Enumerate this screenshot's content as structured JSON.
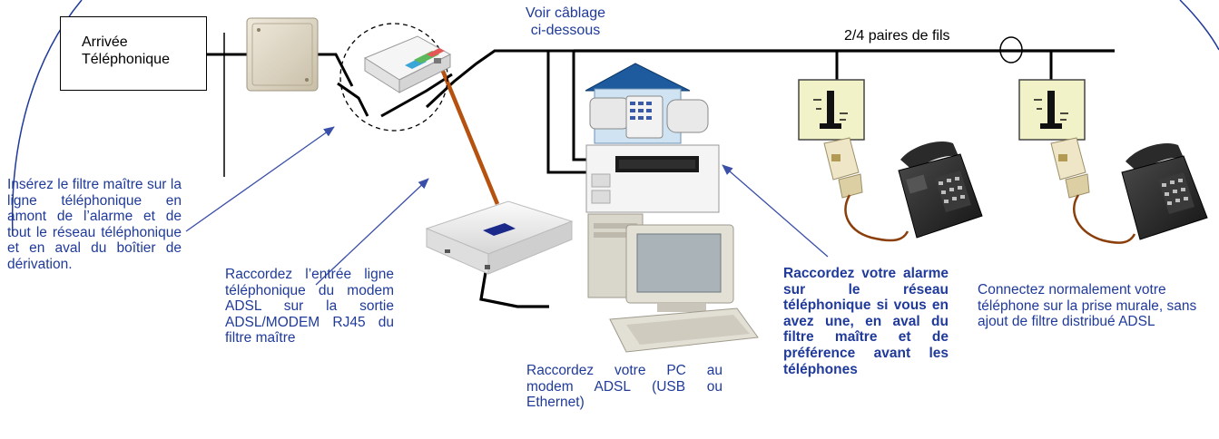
{
  "labels": {
    "arrivee": "Arrivée\nTéléphonique",
    "voir_cablage": "Voir câblage\nci-dessous",
    "paires": "2/4 paires de fils",
    "inserez": "Insérez le filtre maître sur la ligne téléphonique en amont de l’alarme et de tout le réseau téléphonique et en aval du boîtier de dérivation.",
    "raccordez_modem": "Raccordez l’entrée ligne téléphonique du modem ADSL sur la sortie ADSL/MODEM RJ45 du filtre maître",
    "raccordez_pc": "Raccordez votre PC au modem ADSL (USB ou Ethernet)",
    "raccordez_alarme": "Raccordez votre alarme sur le réseau téléphonique si vous en avez une, en aval du filtre maître et de préférence avant les téléphones",
    "connectez": "Connectez normalement votre téléphone sur la prise murale, sans ajout de filtre distribué ADSL"
  },
  "colors": {
    "text_blue": "#1f3a9a",
    "wire": "#000000",
    "adsl_link": "#b5520f",
    "border_arc": "#1f3a9a",
    "arrow": "#3a4fa8"
  },
  "icons": [
    "junction-box-icon",
    "master-filter-icon",
    "alarm-house-icon",
    "alarm-keypad-icon",
    "adsl-modem-icon",
    "pc-icon",
    "wall-socket-icon",
    "rj11-adapter-icon",
    "desk-phone-icon"
  ]
}
